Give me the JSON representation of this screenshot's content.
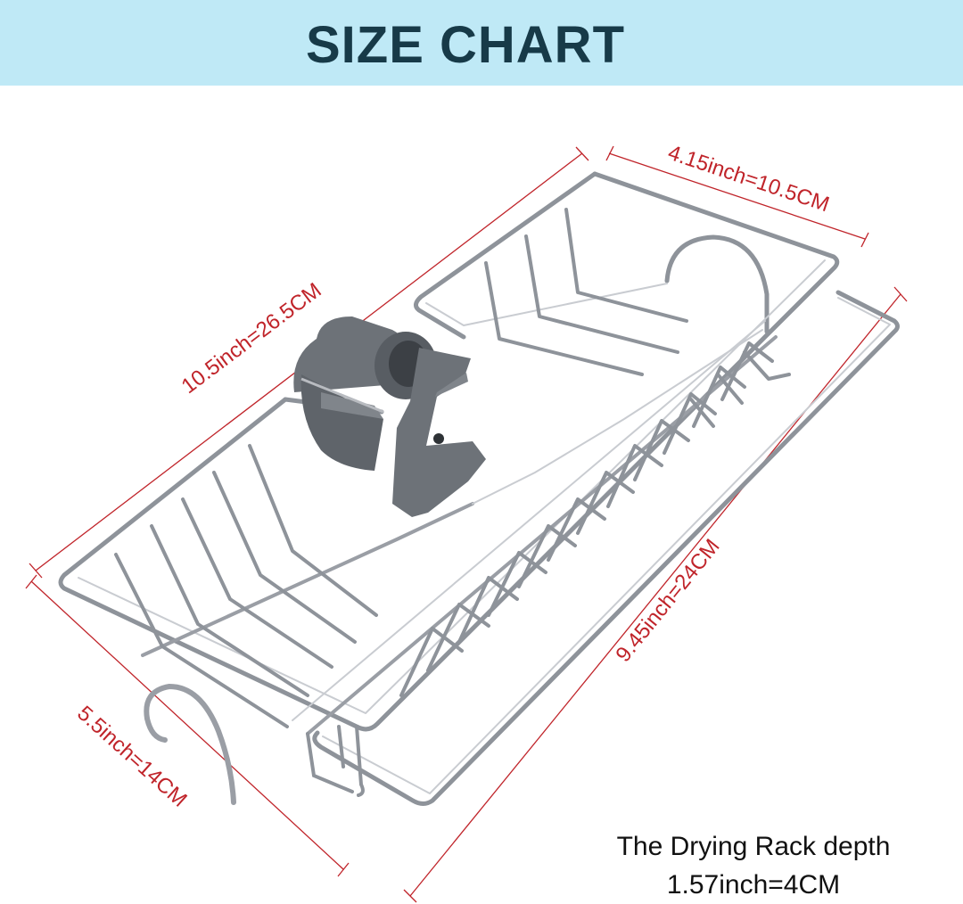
{
  "header": {
    "title": "SIZE CHART"
  },
  "dimensions": {
    "width_top": "4.15inch=10.5CM",
    "length_top": "10.5inch=26.5CM",
    "length_base": "9.45inch=24CM",
    "width_side": "5.5inch=14CM"
  },
  "depth_note": {
    "line1": "The Drying Rack depth",
    "line2": "1.57inch=4CM"
  },
  "colors": {
    "banner": "#bfe9f6",
    "title": "#173a48",
    "dimension": "#c0242a",
    "wire": "#8e939a",
    "holder": "#6d7278"
  },
  "icons": {
    "product": "sink-caddy-illustration"
  }
}
